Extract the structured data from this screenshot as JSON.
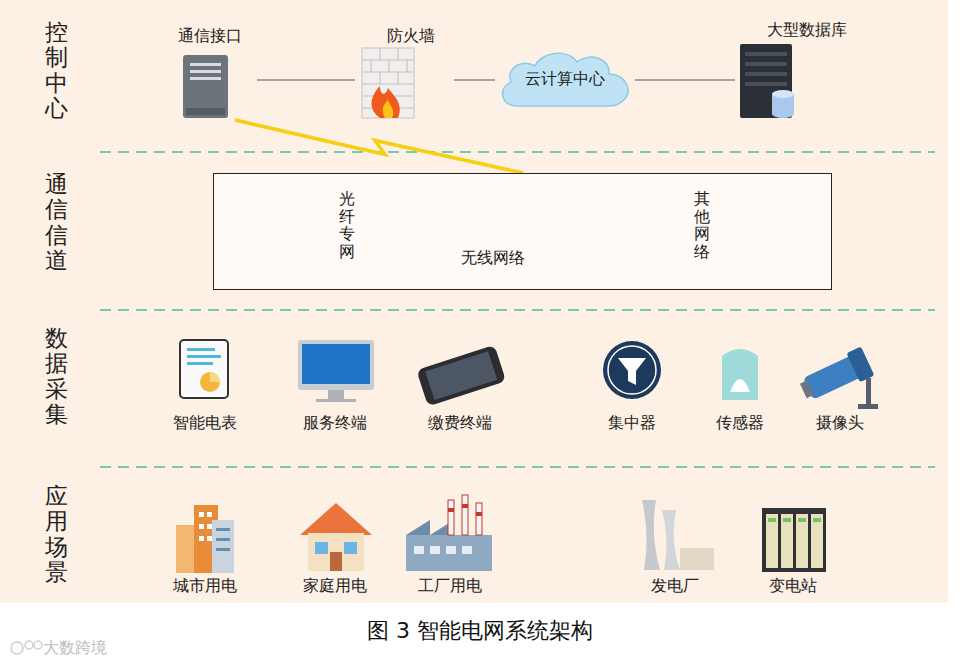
{
  "diagram": {
    "caption": "图 3 智能电网系统架构",
    "nodes": [
      {
        "text": [
          "通信接口"
        ]
      },
      {
        "text": [
          "防火墙"
        ]
      },
      {
        "text": [
          "云计算中心"
        ]
      },
      {
        "text": [
          "大型数据库"
        ]
      },
      {
        "text": [
          "光纤专网",
          "无线网络",
          "其他网络"
        ]
      }
    ],
    "edges": [
      {
        "from": 0,
        "to": 1,
        "arrow": "none"
      },
      {
        "from": 1,
        "to": 2,
        "arrow": "none"
      },
      {
        "from": 2,
        "to": 3,
        "arrow": "none"
      },
      {
        "from": 0,
        "to": 4,
        "arrow": "none"
      }
    ],
    "labels": [
      "控制中心",
      "通信信道",
      "数据采集",
      "应用场景",
      "智能电表",
      "服务终端",
      "缴费终端",
      "集中器",
      "传感器",
      "摄像头",
      "城市用电",
      "家庭用电",
      "工厂用电",
      "发电厂",
      "变电站",
      "大数跨境"
    ]
  }
}
